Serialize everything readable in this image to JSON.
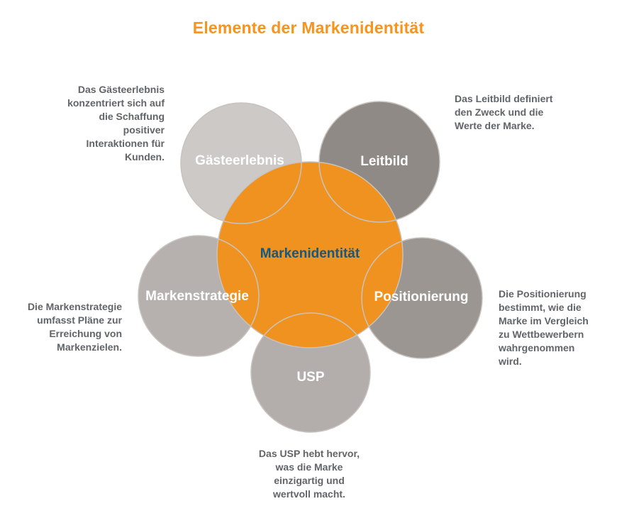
{
  "title": {
    "text": "Elemente der Markenidentität",
    "color": "#F6941E"
  },
  "center": {
    "label": "Markenidentität",
    "fill": "#EF921F",
    "label_color": "#155881"
  },
  "nodes": [
    {
      "id": "gaesteerlebnis",
      "label": "Gästeerlebnis",
      "fill": "#CDC9C6",
      "description": "Das Gästeerlebnis\nkonzentriert sich auf\ndie Schaffung\npositiver\nInteraktionen für\nKunden."
    },
    {
      "id": "leitbild",
      "label": "Leitbild",
      "fill": "#8F8A86",
      "description": "Das Leitbild definiert\nden Zweck und die\nWerte der Marke."
    },
    {
      "id": "markenstrategie",
      "label": "Markenstrategie",
      "fill": "#B6B1AE",
      "description": "Die Markenstrategie\numfasst Pläne zur\nErreichung von\nMarkenzielen."
    },
    {
      "id": "positionierung",
      "label": "Positionierung",
      "fill": "#9B9692",
      "description": "Die Positionierung\nbestimmt, wie die\nMarke im Vergleich\nzu Wettbewerbern\nwahrgenommen\nwird."
    },
    {
      "id": "usp",
      "label": "USP",
      "fill": "#B3AEAB",
      "description": "Das USP hebt hervor,\nwas die Marke\neinzigartig und\nwertvoll macht."
    }
  ],
  "styles": {
    "outline_stroke": "#C8C3BF",
    "description_text_color": "#616468",
    "background": "#FFFFFF"
  }
}
